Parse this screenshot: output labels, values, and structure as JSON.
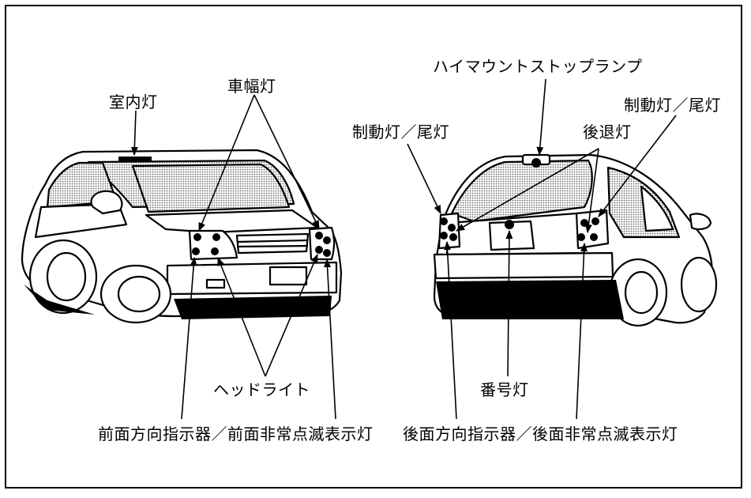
{
  "labels": {
    "front": {
      "interior_light": "室内灯",
      "side_marker": "車幅灯",
      "headlight": "ヘッドライト",
      "front_signals": "前面方向指示器／前面非常点滅表示灯"
    },
    "rear": {
      "high_mount_stop": "ハイマウントストップランプ",
      "brake_tail_left": "制動灯／尾灯",
      "brake_tail_right": "制動灯／尾灯",
      "reverse": "後退灯",
      "license_plate": "番号灯",
      "rear_signals": "後面方向指示器／後面非常点滅表示灯"
    }
  },
  "colors": {
    "line": "#000000",
    "glass_tint": "#d0d0d0",
    "background": "#ffffff"
  }
}
